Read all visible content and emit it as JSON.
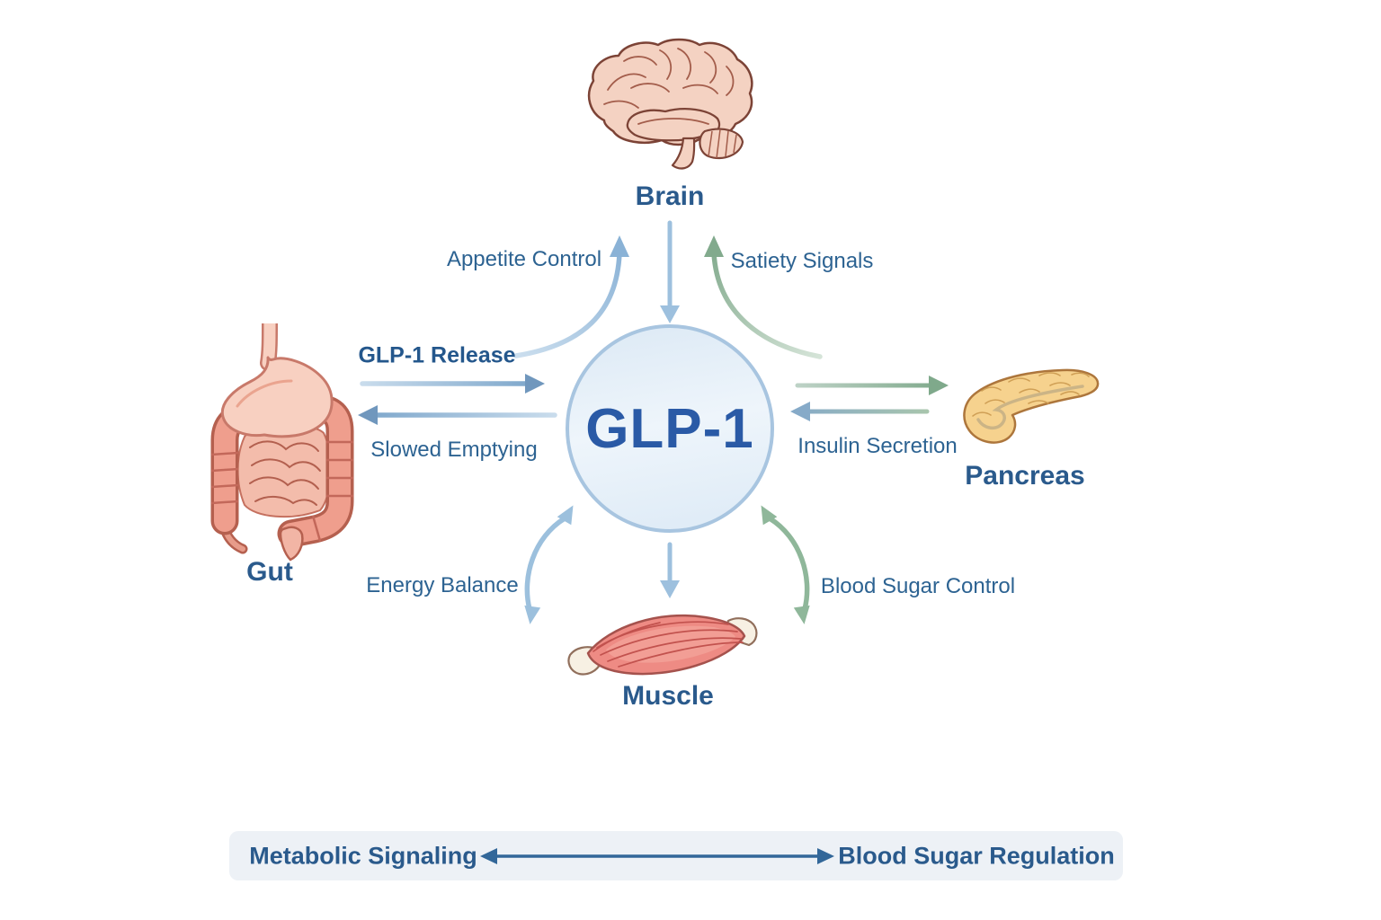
{
  "diagram": {
    "center_node": {
      "label": "GLP-1"
    },
    "organs": {
      "brain": {
        "label": "Brain"
      },
      "gut": {
        "label": "Gut"
      },
      "pancreas": {
        "label": "Pancreas"
      },
      "muscle": {
        "label": "Muscle"
      }
    },
    "edges": {
      "appetite_control": {
        "label": "Appetite Control",
        "from": "GLP-1",
        "to": "Brain",
        "style": "curved-blue"
      },
      "satiety_signals": {
        "label": "Satiety Signals",
        "from": "Pancreas side",
        "to": "Brain",
        "style": "curved-green"
      },
      "brain_to_glp1": {
        "label": "",
        "from": "Brain",
        "to": "GLP-1",
        "style": "straight-blue"
      },
      "glp1_release": {
        "label": "GLP-1 Release",
        "from": "Gut",
        "to": "GLP-1",
        "style": "straight-blue"
      },
      "slowed_emptying": {
        "label": "Slowed Emptying",
        "from": "GLP-1",
        "to": "Gut",
        "style": "straight-blue"
      },
      "glp1_to_pancreas": {
        "label": "",
        "from": "GLP-1",
        "to": "Pancreas",
        "style": "straight-green"
      },
      "insulin_secretion": {
        "label": "Insulin Secretion",
        "from": "Pancreas",
        "to": "GLP-1",
        "style": "straight-blue-green"
      },
      "glp1_to_muscle": {
        "label": "",
        "from": "GLP-1",
        "to": "Muscle",
        "style": "straight-blue"
      },
      "energy_balance": {
        "label": "Energy Balance",
        "from": "GLP-1",
        "to": "Muscle",
        "style": "curved-blue-double"
      },
      "blood_sugar_control": {
        "label": "Blood Sugar Control",
        "from": "Muscle",
        "to": "GLP-1",
        "style": "curved-green-double"
      }
    },
    "legend": {
      "left_label": "Metabolic Signaling",
      "right_label": "Blood Sugar Regulation"
    },
    "colors": {
      "background": "#ffffff",
      "hub_border": "#a8c5e0",
      "hub_fill": "#e6eff8",
      "hub_text": "#2a5aa6",
      "organ_label_text": "#2a5a8c",
      "edge_label_text": "#2d6392",
      "arrow_blue": "#7ba5ca",
      "arrow_light_blue": "#9dc0de",
      "arrow_green": "#8fb79a",
      "legend_bar_bg": "#edf1f6",
      "legend_arrow": "#326799",
      "brain_fill": "#f4d2c2",
      "gut_fill": "#ef9e8d",
      "pancreas_fill": "#f6d28e",
      "muscle_fill": "#ee8b84"
    }
  }
}
